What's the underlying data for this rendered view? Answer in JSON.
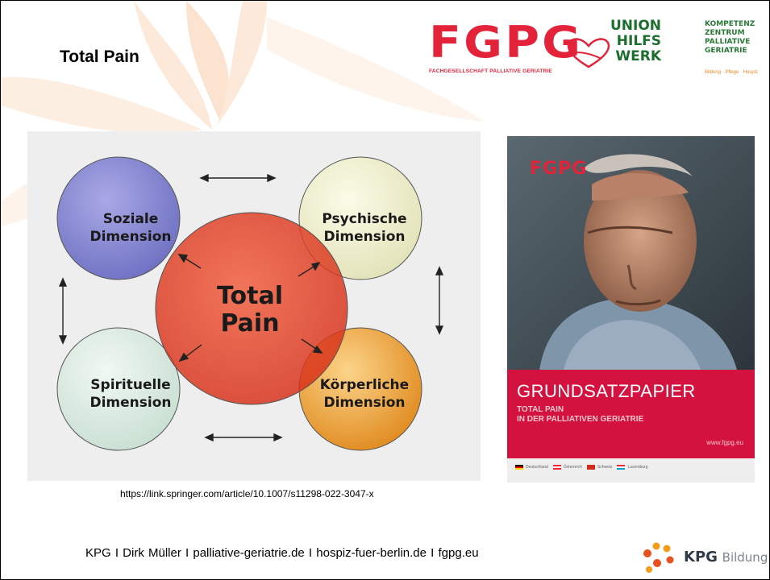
{
  "slide": {
    "title": "Total Pain",
    "source_url": "https://link.springer.com/article/10.1007/s11298-022-3047-x",
    "footer_text": "KPG  I  Dirk Müller  I  palliative-geriatrie.de  I  hospiz-fuer-berlin.de  I  fgpg.eu"
  },
  "logos": {
    "fgpg_word": "FGPG",
    "fgpg_sub": "FACHGESELLSCHAFT PALLIATIVE GERIATRIE",
    "uhw_line1": "UNION",
    "uhw_line2": "HILFS",
    "uhw_line3": "WERK",
    "kpz_line1": "KOMPETENZ",
    "kpz_line2": "ZENTRUM",
    "kpz_line3": "PALLIATIVE",
    "kpz_line4": "GERIATRIE",
    "kpz_sub": "Bildung · Pflege · Hospiz",
    "kpg_bold": "KPG",
    "kpg_light": "Bildung"
  },
  "diagram": {
    "center_line1": "Total",
    "center_line2": "Pain",
    "soziale_line1": "Soziale",
    "soziale_line2": "Dimension",
    "psychische_line1": "Psychische",
    "psychische_line2": "Dimension",
    "spirituelle_line1": "Spirituelle",
    "spirituelle_line2": "Dimension",
    "koerperliche_line1": "Körperliche",
    "koerperliche_line2": "Dimension",
    "colors": {
      "center": "#e43a22",
      "soziale": "#8f8fd6",
      "psychische": "#f1f1d4",
      "spirituelle": "#deeee6",
      "koerperliche": "#f4a93a"
    }
  },
  "poster": {
    "logo": "FGPG",
    "headline": "GRUNDSATZPAPIER",
    "sub_line1": "TOTAL PAIN",
    "sub_line2": "IN DER PALLIATIVEN GERIATRIE",
    "url": "www.fgpg.eu",
    "countries": [
      "Deutschland",
      "Österreich",
      "Schweiz",
      "Luxemburg"
    ],
    "band_color": "#d3123f"
  }
}
